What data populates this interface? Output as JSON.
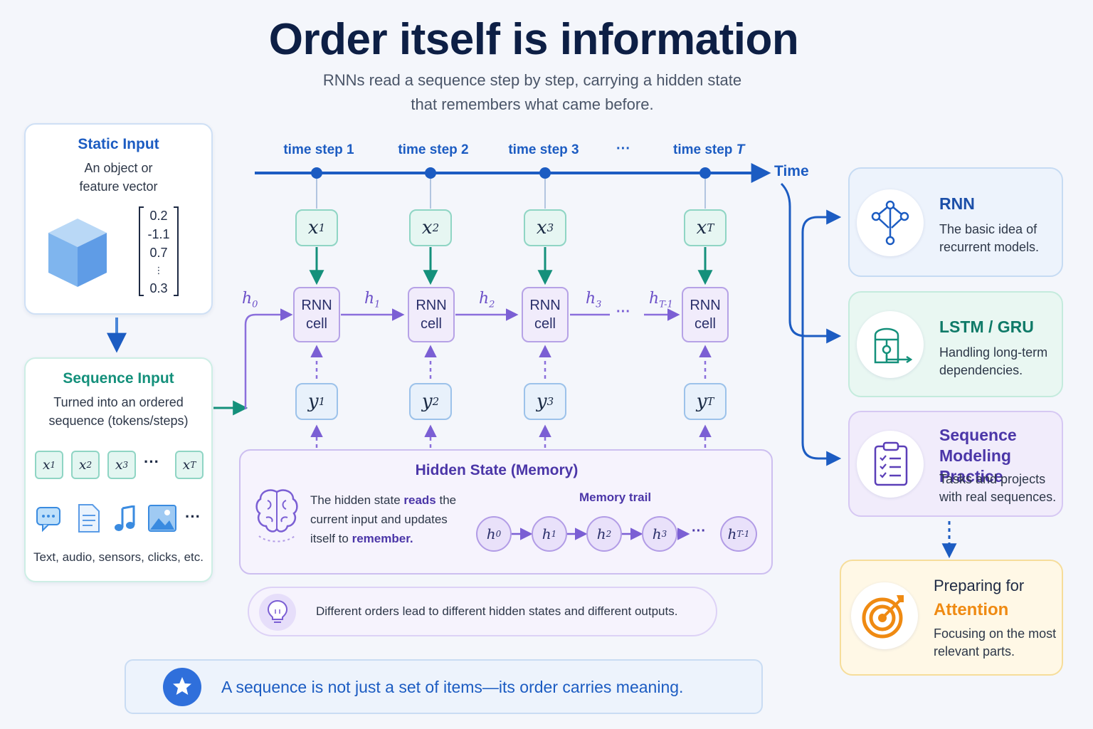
{
  "title": "Order itself is information",
  "subtitle_line1": "RNNs read a sequence step by step, carrying a hidden state",
  "subtitle_line2": "that remembers what came before.",
  "static_input": {
    "title": "Static Input",
    "text_line1": "An object or",
    "text_line2": "feature vector",
    "vector": [
      "0.2",
      "-1.1",
      "0.7",
      "⋮",
      "0.3"
    ]
  },
  "sequence_input": {
    "title": "Sequence Input",
    "text_line1": "Turned into an ordered",
    "text_line2": "sequence (tokens/steps)",
    "tokens": [
      "x",
      "x",
      "x",
      "x"
    ],
    "token_subs": [
      "1",
      "2",
      "3",
      "T"
    ],
    "dots": "···",
    "caption": "Text, audio, sensors, clicks, etc."
  },
  "timeline": {
    "steps": [
      "time step 1",
      "time step 2",
      "time step 3",
      "time step"
    ],
    "last_step_var": "T",
    "dots": "···",
    "time_label": "Time"
  },
  "unrolled": {
    "x_subs": [
      "1",
      "2",
      "3",
      "T"
    ],
    "y_subs": [
      "1",
      "2",
      "3",
      "T"
    ],
    "cell_line1": "RNN",
    "cell_line2": "cell",
    "h_labels": [
      "0",
      "1",
      "2",
      "3",
      "T-1"
    ],
    "dots": "···"
  },
  "hidden_state": {
    "title": "Hidden State (Memory)",
    "desc_part1": "The hidden state ",
    "desc_reads": "reads",
    "desc_part2": " the",
    "desc_line2": "current input and updates",
    "desc_line3a": "itself to ",
    "desc_remember": "remember.",
    "trail_label": "Memory trail",
    "trail": [
      "0",
      "1",
      "2",
      "3",
      "T-1"
    ],
    "dots": "···"
  },
  "note": "Different orders lead to different hidden states and different outputs.",
  "banner": "A sequence is not just a set of items—its order carries meaning.",
  "right_cards": [
    {
      "title": "RNN",
      "line1": "The basic idea of",
      "line2": "recurrent models."
    },
    {
      "title": "LSTM / GRU",
      "line1": "Handling long-term",
      "line2": "dependencies."
    },
    {
      "title_line1": "Sequence",
      "title_line2": "Modeling Practice",
      "line1": "Tasks and projects",
      "line2": "with real sequences."
    },
    {
      "pre": "Preparing for",
      "title": "Attention",
      "line1": "Focusing on the most",
      "line2": "relevant parts."
    }
  ],
  "colors": {
    "blue": "#1c5cc2",
    "green": "#14907b",
    "purple": "#6b4fc8",
    "orange": "#ef8a12",
    "navy": "#0d1f45"
  }
}
